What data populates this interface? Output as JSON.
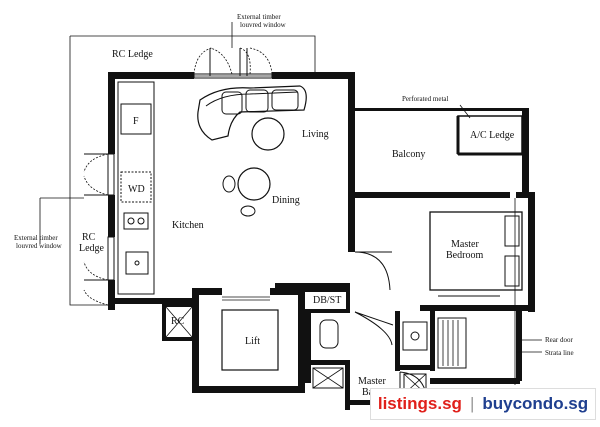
{
  "rooms": {
    "rc_ledge_top": "RC Ledge",
    "f": "F",
    "living": "Living",
    "balcony": "Balcony",
    "ac_ledge": "A/C Ledge",
    "wd": "WD",
    "dining": "Dining",
    "kitchen": "Kitchen",
    "master_bedroom_1": "Master",
    "master_bedroom_2": "Bedroom",
    "rc_ledge_left_1": "RC",
    "rc_ledge_left_2": "Ledge",
    "rc_small": "RC",
    "lift": "Lift",
    "db_st": "DB/ST",
    "master_bath_1": "Master",
    "master_bath_2": "Bath"
  },
  "annotations": {
    "ext_timber_top_1": "External timber",
    "ext_timber_top_2": "louvred window",
    "perforated_metal": "Perforated metal",
    "ext_timber_left_1": "External timber",
    "ext_timber_left_2": "louvred window",
    "rear_door": "Rear door",
    "strata_line": "Strata line"
  },
  "watermark": {
    "brand_1": "listings.sg",
    "separator": "|",
    "brand_2": "buycondo.sg"
  },
  "colors": {
    "brand_1": "#e0201b",
    "brand_2": "#1f3f8f"
  }
}
